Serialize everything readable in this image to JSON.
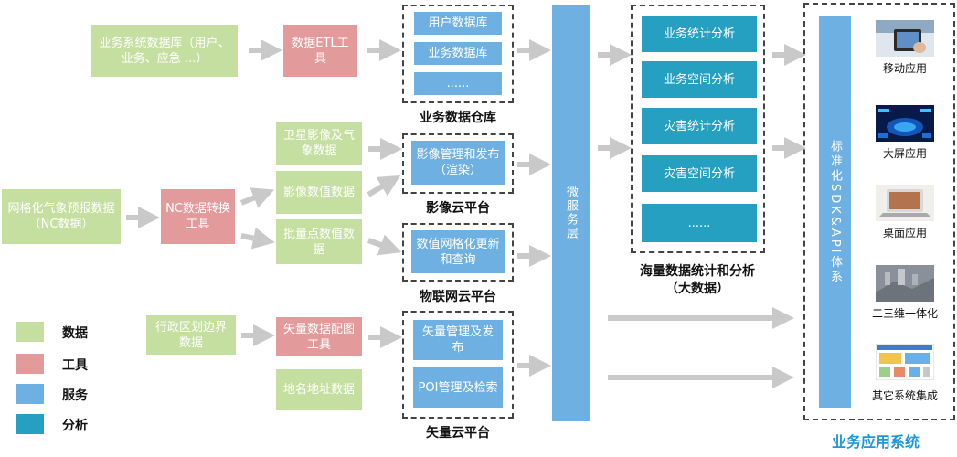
{
  "sources": {
    "biz_db": "业务系统数据库（用户、业务、应急 ...）",
    "etl_tool": "数据ETL工具",
    "grid_forecast": "网格化气象预报数据（NC数据）",
    "nc_tool": "NC数据转换工具",
    "satellite": "卫星影像及气象数据",
    "image_value": "影像数值数据",
    "batch_points": "批量点数值数据",
    "admin_boundary": "行政区划边界数据",
    "vector_tool": "矢量数据配图工具",
    "place_address": "地名地址数据"
  },
  "warehouse": {
    "items": [
      "用户数据库",
      "业务数据库",
      "......"
    ],
    "label": "业务数据仓库"
  },
  "image_cloud": {
    "item": "影像管理和发布（渲染）",
    "label": "影像云平台"
  },
  "iot_cloud": {
    "item": "数值网格化更新和查询",
    "label": "物联网云平台"
  },
  "vector_cloud": {
    "items": [
      "矢量管理及发布",
      "POI管理及检索"
    ],
    "label": "矢量云平台"
  },
  "microservice": "微服务层",
  "analysis": {
    "items": [
      "业务统计分析",
      "业务空间分析",
      "灾害统计分析",
      "灾害空间分析",
      "......"
    ],
    "label_line1": "海量数据统计和分析",
    "label_line2": "（大数据）"
  },
  "sdk": "标准化SDK&API体系",
  "apps": {
    "items": [
      "移动应用",
      "大屏应用",
      "桌面应用",
      "二三维一体化",
      "其它系统集成"
    ],
    "title": "业务应用系统"
  },
  "legend": {
    "items": [
      {
        "label": "数据",
        "color": "#c5dfa1"
      },
      {
        "label": "工具",
        "color": "#e39a9a"
      },
      {
        "label": "服务",
        "color": "#6fb0e3"
      },
      {
        "label": "分析",
        "color": "#25a0c0"
      }
    ]
  }
}
